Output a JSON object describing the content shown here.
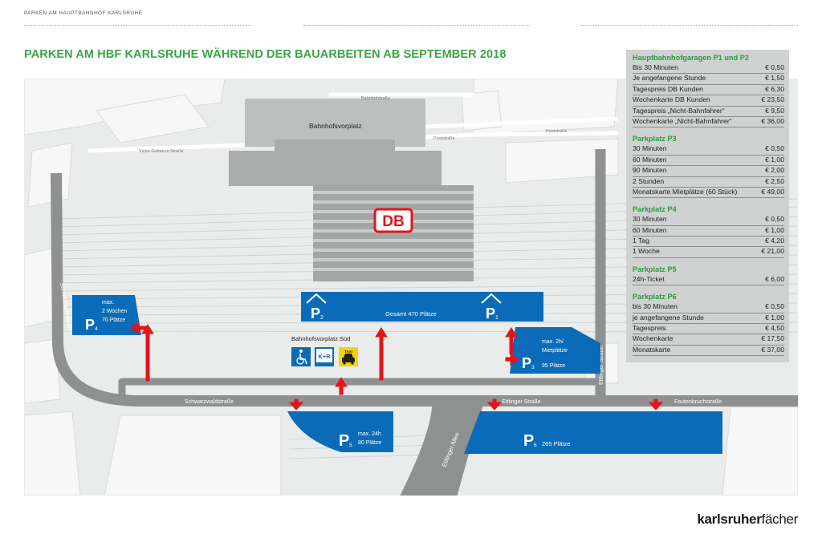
{
  "header": {
    "small_title": "PARKEN AM HAUPTBAHNHOF KARLSRUHE",
    "main_title": "PARKEN AM HBF KARLSRUHE WÄHREND DER BAUARBEITEN AB SEPTEMBER 2018"
  },
  "map": {
    "labels": {
      "bahnhofsvorplatz": "Bahnhofsvorplatz",
      "bahnhofsvorplatz_sued": "Bahnhofsvorplatz Süd",
      "schwarzwaldstrasse": "Schwarzwaldstraße",
      "schwarzwaldstrasse_vertical": "Schwarzwaldstraße",
      "ettlinger_strasse": "Ettlinger Straße",
      "ettlinger_strasse_vertical": "Ettlinger Straße",
      "ettlinger_allee": "Ettlinger Allee",
      "fautenbruchstrasse": "Fautenbruchstraße",
      "victor_gollancz": "Victor-Gollancz-Straße",
      "poststrasse": "Poststraße",
      "poststrasse2": "Poststraße",
      "bahnhofstrasse": "Bahnhofstraße"
    },
    "db_logo": "DB",
    "kr_sign": "K+R",
    "taxi_sign": "TAXI",
    "parking": {
      "p1": {
        "letter": "P",
        "num": "1"
      },
      "p2": {
        "letter": "P",
        "num": "2"
      },
      "p12_total": "Gesamt 470 Plätze",
      "p3": {
        "letter": "P",
        "num": "3",
        "line1": "max. 2h/",
        "line2": "Mietplätze",
        "line3": "95 Plätze"
      },
      "p4": {
        "letter": "P",
        "num": "4",
        "line1": "max.",
        "line2": "2 Wochen",
        "line3": "70 Plätze"
      },
      "p5": {
        "letter": "P",
        "num": "5",
        "line1": "max. 24h",
        "line2": "80 Plätze"
      },
      "p6": {
        "letter": "P",
        "num": "6",
        "line1": "265 Plätze"
      }
    }
  },
  "prices": [
    {
      "title": "Hauptbahnhofgaragen P1 und P2",
      "rows": [
        {
          "label": "Bis 30 Minuten",
          "price": "€ 0,50"
        },
        {
          "label": "Je angefangene Stunde",
          "price": "€ 1,50"
        },
        {
          "label": "Tagespreis DB Kunden",
          "price": "€ 6,30"
        },
        {
          "label": "Wochenkarte DB Kunden",
          "price": "€ 23,50"
        },
        {
          "label": "Tagespreis „Nicht-Bahnfahrer“",
          "price": "€ 9,50"
        },
        {
          "label": "Wochenkarte „Nicht-Bahnfahrer“",
          "price": "€ 36,00"
        }
      ]
    },
    {
      "title": "Parkplatz P3",
      "rows": [
        {
          "label": "30 Minuten",
          "price": "€ 0,50"
        },
        {
          "label": "60 Minuten",
          "price": "€ 1,00"
        },
        {
          "label": "90 Minuten",
          "price": "€ 2,00"
        },
        {
          "label": "2 Stunden",
          "price": "€ 2,50"
        },
        {
          "label": "Monatskarte Mietplätze (60 Stück)",
          "price": "€ 49,00"
        }
      ]
    },
    {
      "title": "Parkplatz P4",
      "rows": [
        {
          "label": "30 Minuten",
          "price": "€ 0,50"
        },
        {
          "label": "60 Minuten",
          "price": "€ 1,00"
        },
        {
          "label": "1 Tag",
          "price": "€ 4,20"
        },
        {
          "label": "1 Woche",
          "price": "€ 21,00"
        }
      ]
    },
    {
      "title": "Parkplatz P5",
      "rows": [
        {
          "label": "24h-Ticket",
          "price": "€ 6,00"
        }
      ]
    },
    {
      "title": "Parkplatz P6",
      "rows": [
        {
          "label": "bis 30 Minuten",
          "price": "€ 0,50"
        },
        {
          "label": "je angefangene Stunde",
          "price": "€ 1,00"
        },
        {
          "label": "Tagespreis",
          "price": "€ 4,50"
        },
        {
          "label": "Wochenkarte",
          "price": "€ 17,50"
        },
        {
          "label": "Monatskarte",
          "price": "€ 37,00"
        }
      ]
    }
  ],
  "brand": {
    "bold": "karlsruher",
    "light": "fächer"
  },
  "colors": {
    "title_green": "#3aa645",
    "parking_blue": "#0a6cb8",
    "arrow_red": "#e2151b",
    "road_grey": "#8e9190",
    "db_red": "#e2151b"
  }
}
